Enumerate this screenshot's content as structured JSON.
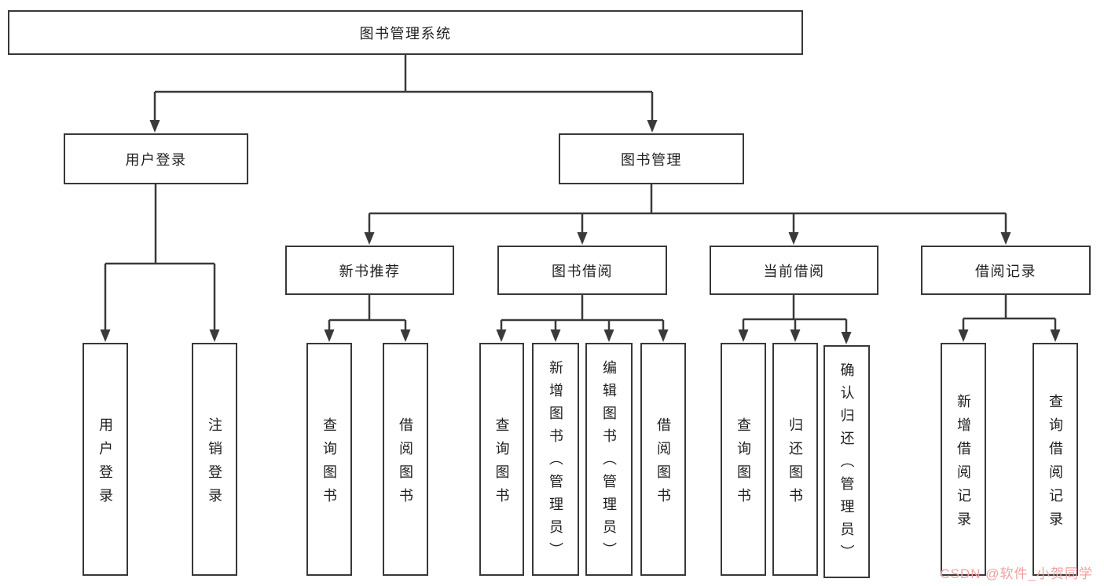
{
  "tree": {
    "root": "图书管理系统",
    "children": [
      {
        "label": "用户登录",
        "children": [
          "用户登录",
          "注销登录"
        ]
      },
      {
        "label": "图书管理",
        "children": [
          {
            "label": "新书推荐",
            "children": [
              "查询图书",
              "借阅图书"
            ]
          },
          {
            "label": "图书借阅",
            "children": [
              "查询图书",
              "新增图书（管理员）",
              "编辑图书（管理员）",
              "借阅图书"
            ]
          },
          {
            "label": "当前借阅",
            "children": [
              "查询图书",
              "归还图书",
              "确认归还（管理员）"
            ]
          },
          {
            "label": "借阅记录",
            "children": [
              "新增借阅记录",
              "查询借阅记录"
            ]
          }
        ]
      }
    ]
  },
  "watermark": "CSDN @软件_小贺同学",
  "colors": {
    "line": "#3a3a3a",
    "box_border": "#383838",
    "text": "#1f1f1f",
    "background": "#ffffff",
    "watermark": "#f0a0a0"
  }
}
